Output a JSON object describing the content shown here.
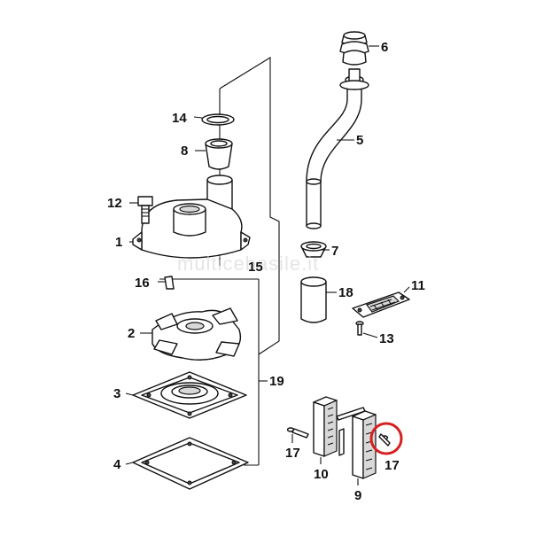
{
  "watermark": "multicebasile.it",
  "callouts": {
    "c1": "1",
    "c2": "2",
    "c3": "3",
    "c4": "4",
    "c5": "5",
    "c6": "6",
    "c7": "7",
    "c8": "8",
    "c9": "9",
    "c10": "10",
    "c11": "11",
    "c12": "12",
    "c13": "13",
    "c14": "14",
    "c15": "15",
    "c16": "16",
    "c17a": "17",
    "c17b": "17",
    "c18": "18",
    "c19": "19"
  },
  "colors": {
    "highlight": "#d62020",
    "line": "#111111",
    "watermark": "#cfcfcf"
  }
}
